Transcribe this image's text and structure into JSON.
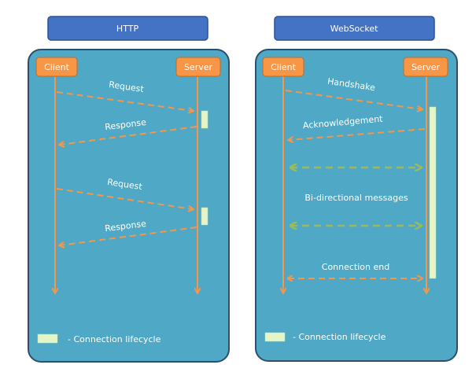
{
  "http": {
    "title": "HTTP",
    "client": "Client",
    "server": "Server",
    "messages": [
      "Request",
      "Response",
      "Request",
      "Response"
    ],
    "legend": "- Connection lifecycle"
  },
  "websocket": {
    "title": "WebSocket",
    "client": "Client",
    "server": "Server",
    "messages": [
      "Handshake",
      "Acknowledgement",
      "Bi-directional messages",
      "Connection end"
    ],
    "legend": "- Connection lifecycle"
  },
  "colors": {
    "panel": "#4fa8c5",
    "header": "#4472c4",
    "actor": "#f79646",
    "arrow": "#f79646",
    "bidirectional": "#9bbb59",
    "lifecycle": "#e6f5c8"
  }
}
